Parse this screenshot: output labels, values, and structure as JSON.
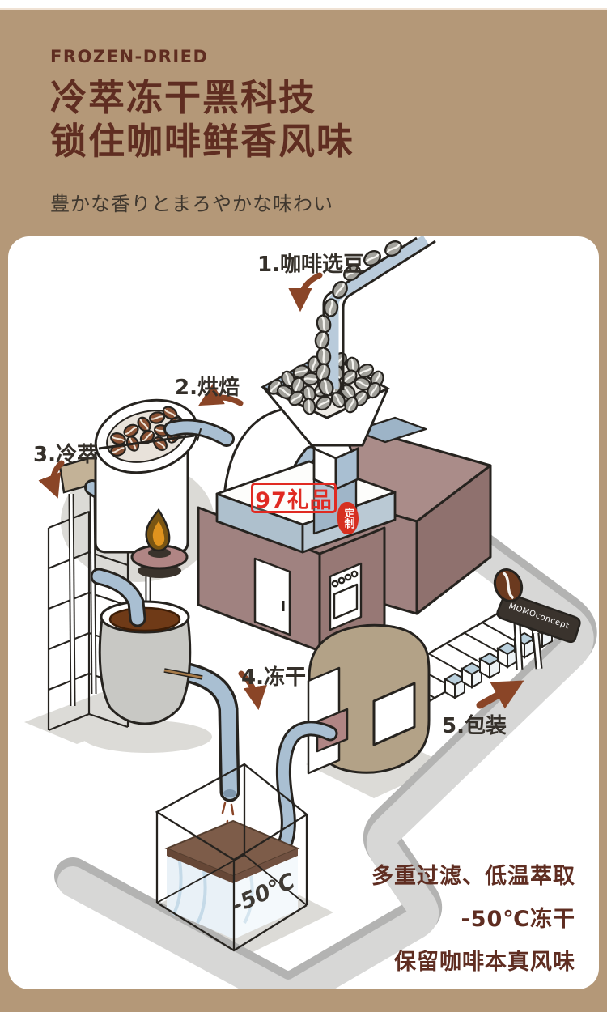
{
  "page": {
    "background": "#b49878",
    "panel_background": "#ffffff"
  },
  "header": {
    "eyebrow": "FROZEN-DRIED",
    "title_line1": "冷萃冻干黑科技",
    "title_line2": "锁住咖啡鲜香风味",
    "subtitle": "豊かな香りとまろやかな味わい"
  },
  "diagram": {
    "steps": [
      {
        "id": 1,
        "label": "1.咖啡选豆"
      },
      {
        "id": 2,
        "label": "2.烘焙"
      },
      {
        "id": 3,
        "label": "3.冷萃"
      },
      {
        "id": 4,
        "label": "4.冻干"
      },
      {
        "id": 5,
        "label": "5.包装"
      }
    ],
    "freeze_box_temp": "-50℃",
    "sign_brand": "MOMOconcept"
  },
  "watermark": {
    "box_text": "97礼品",
    "seal_text": "定制"
  },
  "footer": {
    "lines": [
      "多重过滤、低温萃取",
      "-50℃冻干",
      "保留咖啡本真风味"
    ]
  },
  "colors": {
    "background_tan": "#b49878",
    "title_maroon": "#5f2d21",
    "label_dark": "#35302a",
    "arrow_brown": "#8a4527",
    "machine_mauve": "#a08280",
    "machine_khaki": "#b3a287",
    "pipe_blue": "#a9bfd2",
    "road_gray": "#d7d7d6",
    "watermark_red": "#e02a22",
    "coffee_liquid": "#6f3a17"
  }
}
